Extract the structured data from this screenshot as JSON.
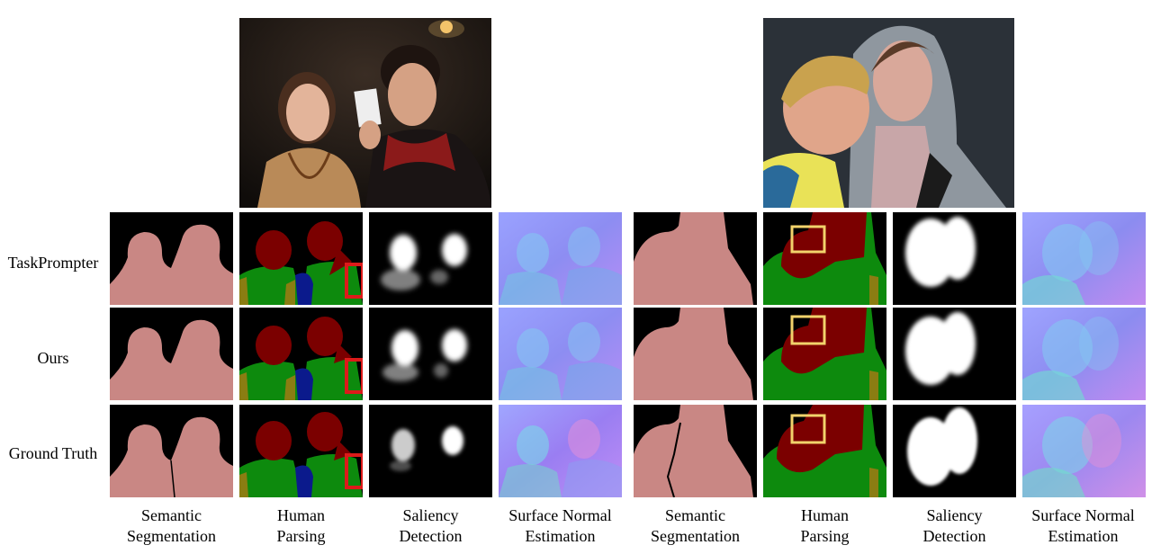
{
  "row_labels": [
    "TaskPrompter",
    "Ours",
    "Ground Truth"
  ],
  "column_labels": [
    [
      "Semantic",
      "Segmentation"
    ],
    [
      "Human",
      "Parsing"
    ],
    [
      "Saliency",
      "Detection"
    ],
    [
      "Surface Normal",
      "Estimation"
    ],
    [
      "Semantic",
      "Segmentation"
    ],
    [
      "Human",
      "Parsing"
    ],
    [
      "Saliency",
      "Detection"
    ],
    [
      "Surface Normal",
      "Estimation"
    ]
  ],
  "colors": {
    "segmentation_person": "#c98784",
    "parsing_head": "#7b0000",
    "parsing_upper_body": "#0d8a0d",
    "parsing_arm": "#0b1a8c",
    "parsing_lower_accent": "#8a7d12",
    "highlight_box_red": "#dd1a1a",
    "highlight_box_yellow": "#f2d36b"
  },
  "panels": {
    "left_example": {
      "photo": "two-people-photo-left",
      "tasks": [
        "semantic-segmentation",
        "human-parsing",
        "saliency-detection",
        "surface-normal-estimation"
      ]
    },
    "right_example": {
      "photo": "two-people-photo-right",
      "tasks": [
        "semantic-segmentation",
        "human-parsing",
        "saliency-detection",
        "surface-normal-estimation"
      ]
    }
  }
}
